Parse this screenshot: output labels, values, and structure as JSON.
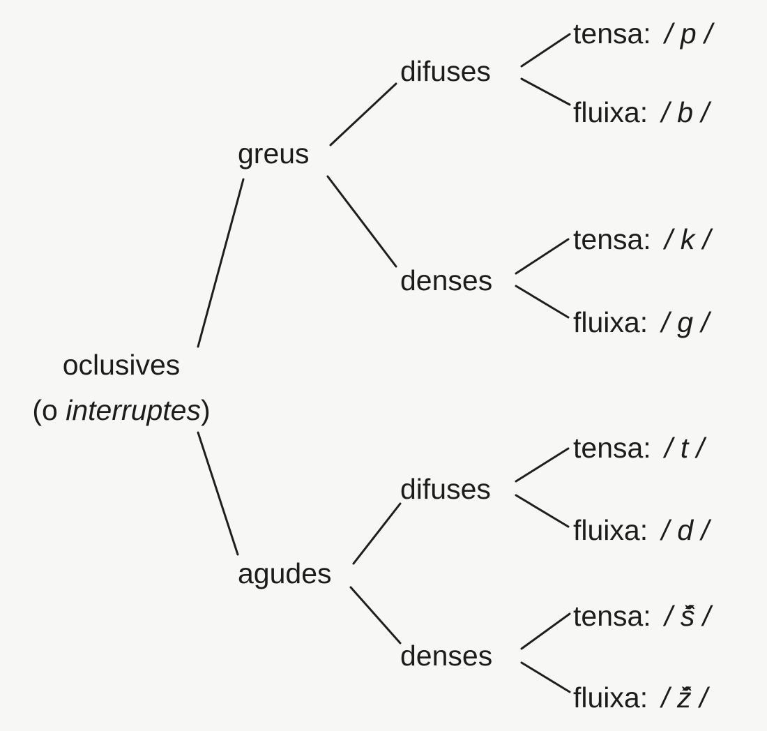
{
  "tree": {
    "root": {
      "line1": "oclusives",
      "line2_open": "(o ",
      "line2_italic": "interruptes",
      "line2_close": ")"
    },
    "greus": {
      "label": "greus",
      "difuses": {
        "label": "difuses",
        "tensa": {
          "label": "tensa:",
          "phoneme": "/ p /"
        },
        "fluixa": {
          "label": "fluixa:",
          "phoneme": "/ b /"
        }
      },
      "denses": {
        "label": "denses",
        "tensa": {
          "label": "tensa:",
          "phoneme": "/ k /"
        },
        "fluixa": {
          "label": "fluixa:",
          "phoneme": "/ g /"
        }
      }
    },
    "agudes": {
      "label": "agudes",
      "difuses": {
        "label": "difuses",
        "tensa": {
          "label": "tensa:",
          "phoneme": "/ t /"
        },
        "fluixa": {
          "label": "fluixa:",
          "phoneme": "/ d /"
        }
      },
      "denses": {
        "label": "denses",
        "tensa": {
          "label": "tensa:",
          "phoneme": "/ š̂ /"
        },
        "fluixa": {
          "label": "fluixa:",
          "phoneme": "/ ž̂ /"
        }
      }
    }
  }
}
